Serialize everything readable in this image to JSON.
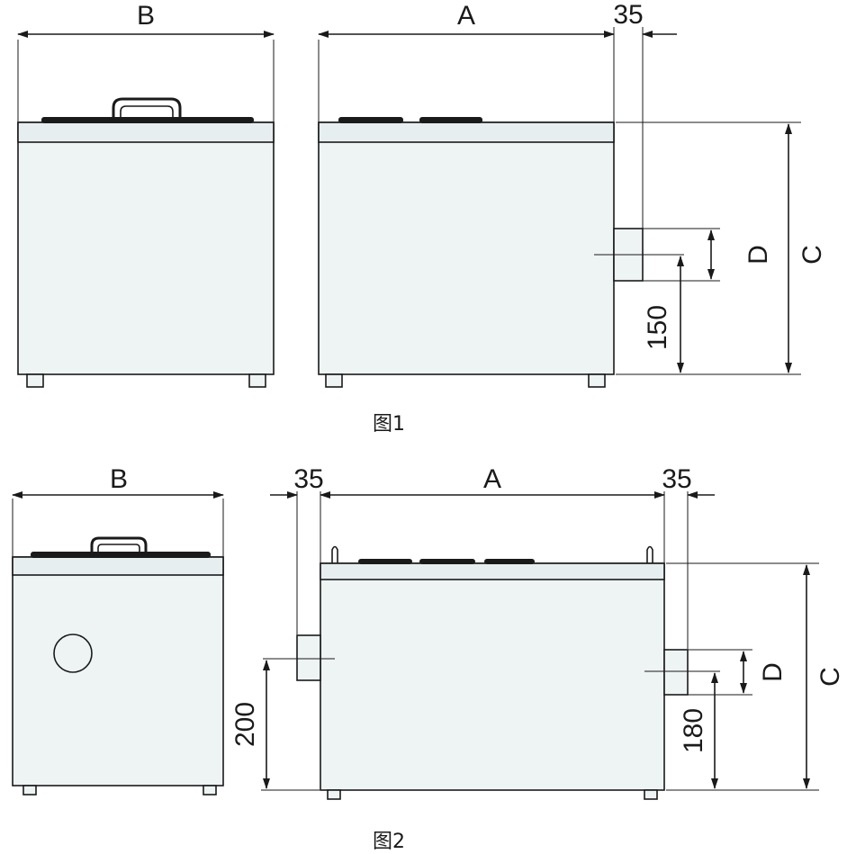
{
  "figure1": {
    "caption": "图1",
    "labels": {
      "width_b": "B",
      "length_a": "A",
      "pipe_offset": "35",
      "height_c": "C",
      "outlet_d": "D",
      "outlet_height": "150"
    }
  },
  "figure2": {
    "caption": "图2",
    "labels": {
      "width_b": "B",
      "length_a": "A",
      "pipe_offset_left": "35",
      "pipe_offset_right": "35",
      "height_c": "C",
      "outlet_d": "D",
      "inlet_height": "200",
      "outlet_height": "180"
    }
  }
}
